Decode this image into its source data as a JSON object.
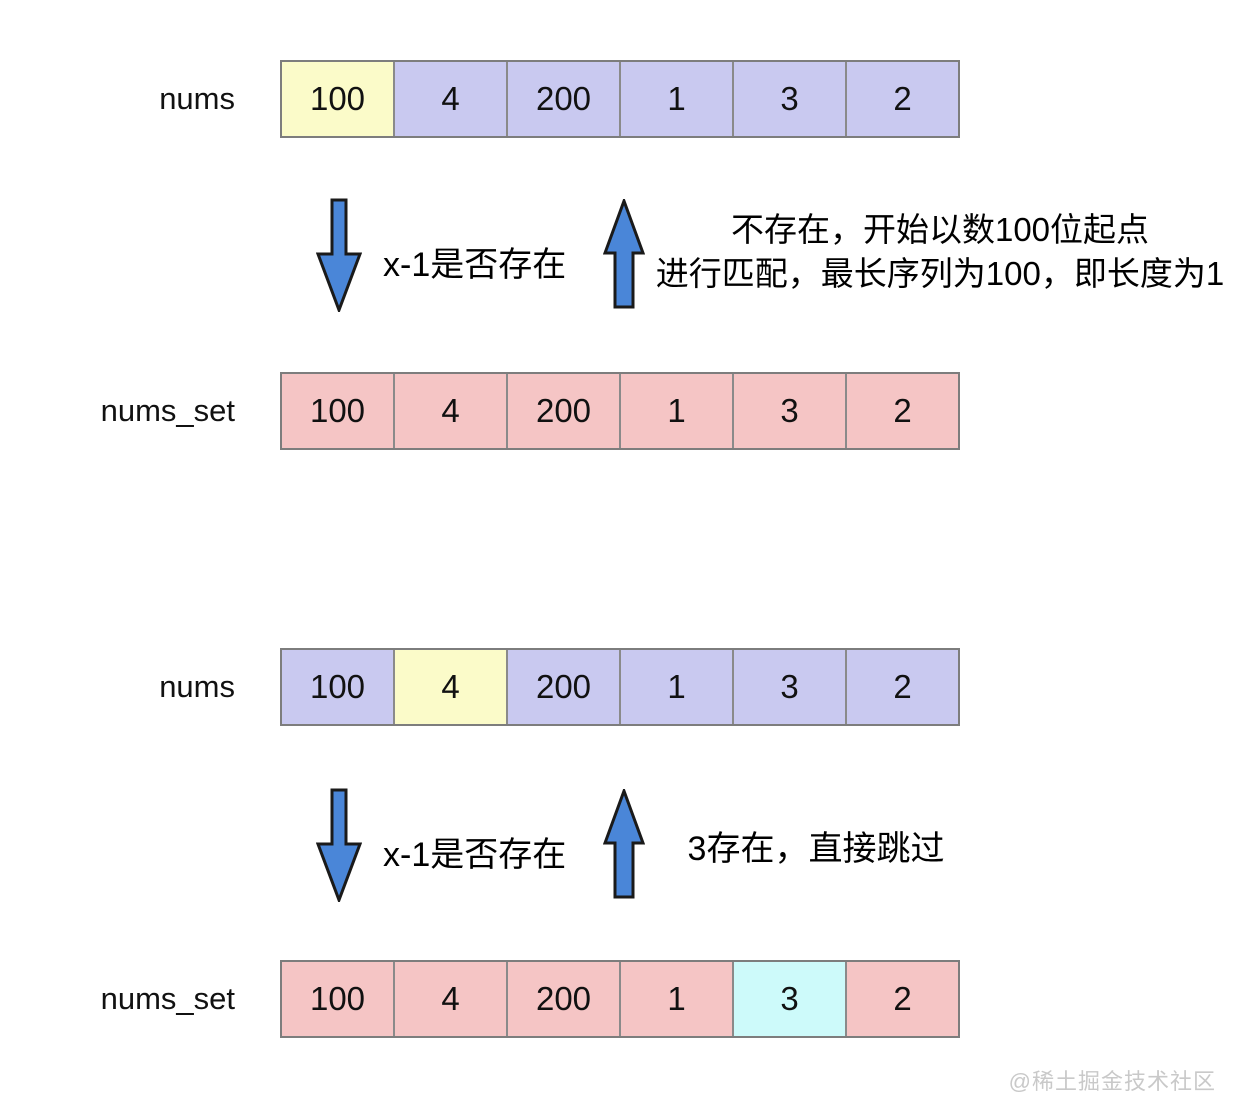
{
  "colors": {
    "cell_purple": "#c9c9f0",
    "cell_yellow": "#fbfbc9",
    "cell_pink": "#f5c5c5",
    "cell_cyan": "#cdfafa",
    "arrow_blue": "#4a86d8",
    "watermark": "#c9c9c9"
  },
  "sections": [
    {
      "nums_row": {
        "label": "nums",
        "cells": [
          {
            "value": "100",
            "highlight": "yellow"
          },
          {
            "value": "4",
            "highlight": "purple"
          },
          {
            "value": "200",
            "highlight": "purple"
          },
          {
            "value": "1",
            "highlight": "purple"
          },
          {
            "value": "3",
            "highlight": "purple"
          },
          {
            "value": "2",
            "highlight": "purple"
          }
        ]
      },
      "down_arrow_label": "x-1是否存在",
      "note_lines": [
        "不存在，开始以数100位起点",
        "进行匹配，最长序列为100，即长度为1"
      ],
      "set_row": {
        "label": "nums_set",
        "cells": [
          {
            "value": "100",
            "highlight": "pink"
          },
          {
            "value": "4",
            "highlight": "pink"
          },
          {
            "value": "200",
            "highlight": "pink"
          },
          {
            "value": "1",
            "highlight": "pink"
          },
          {
            "value": "3",
            "highlight": "pink"
          },
          {
            "value": "2",
            "highlight": "pink"
          }
        ]
      }
    },
    {
      "nums_row": {
        "label": "nums",
        "cells": [
          {
            "value": "100",
            "highlight": "purple"
          },
          {
            "value": "4",
            "highlight": "yellow"
          },
          {
            "value": "200",
            "highlight": "purple"
          },
          {
            "value": "1",
            "highlight": "purple"
          },
          {
            "value": "3",
            "highlight": "purple"
          },
          {
            "value": "2",
            "highlight": "purple"
          }
        ]
      },
      "down_arrow_label": "x-1是否存在",
      "note_lines": [
        "3存在，直接跳过"
      ],
      "set_row": {
        "label": "nums_set",
        "cells": [
          {
            "value": "100",
            "highlight": "pink"
          },
          {
            "value": "4",
            "highlight": "pink"
          },
          {
            "value": "200",
            "highlight": "pink"
          },
          {
            "value": "1",
            "highlight": "pink"
          },
          {
            "value": "3",
            "highlight": "cyan"
          },
          {
            "value": "2",
            "highlight": "pink"
          }
        ]
      }
    }
  ],
  "watermark": "@稀土掘金技术社区"
}
